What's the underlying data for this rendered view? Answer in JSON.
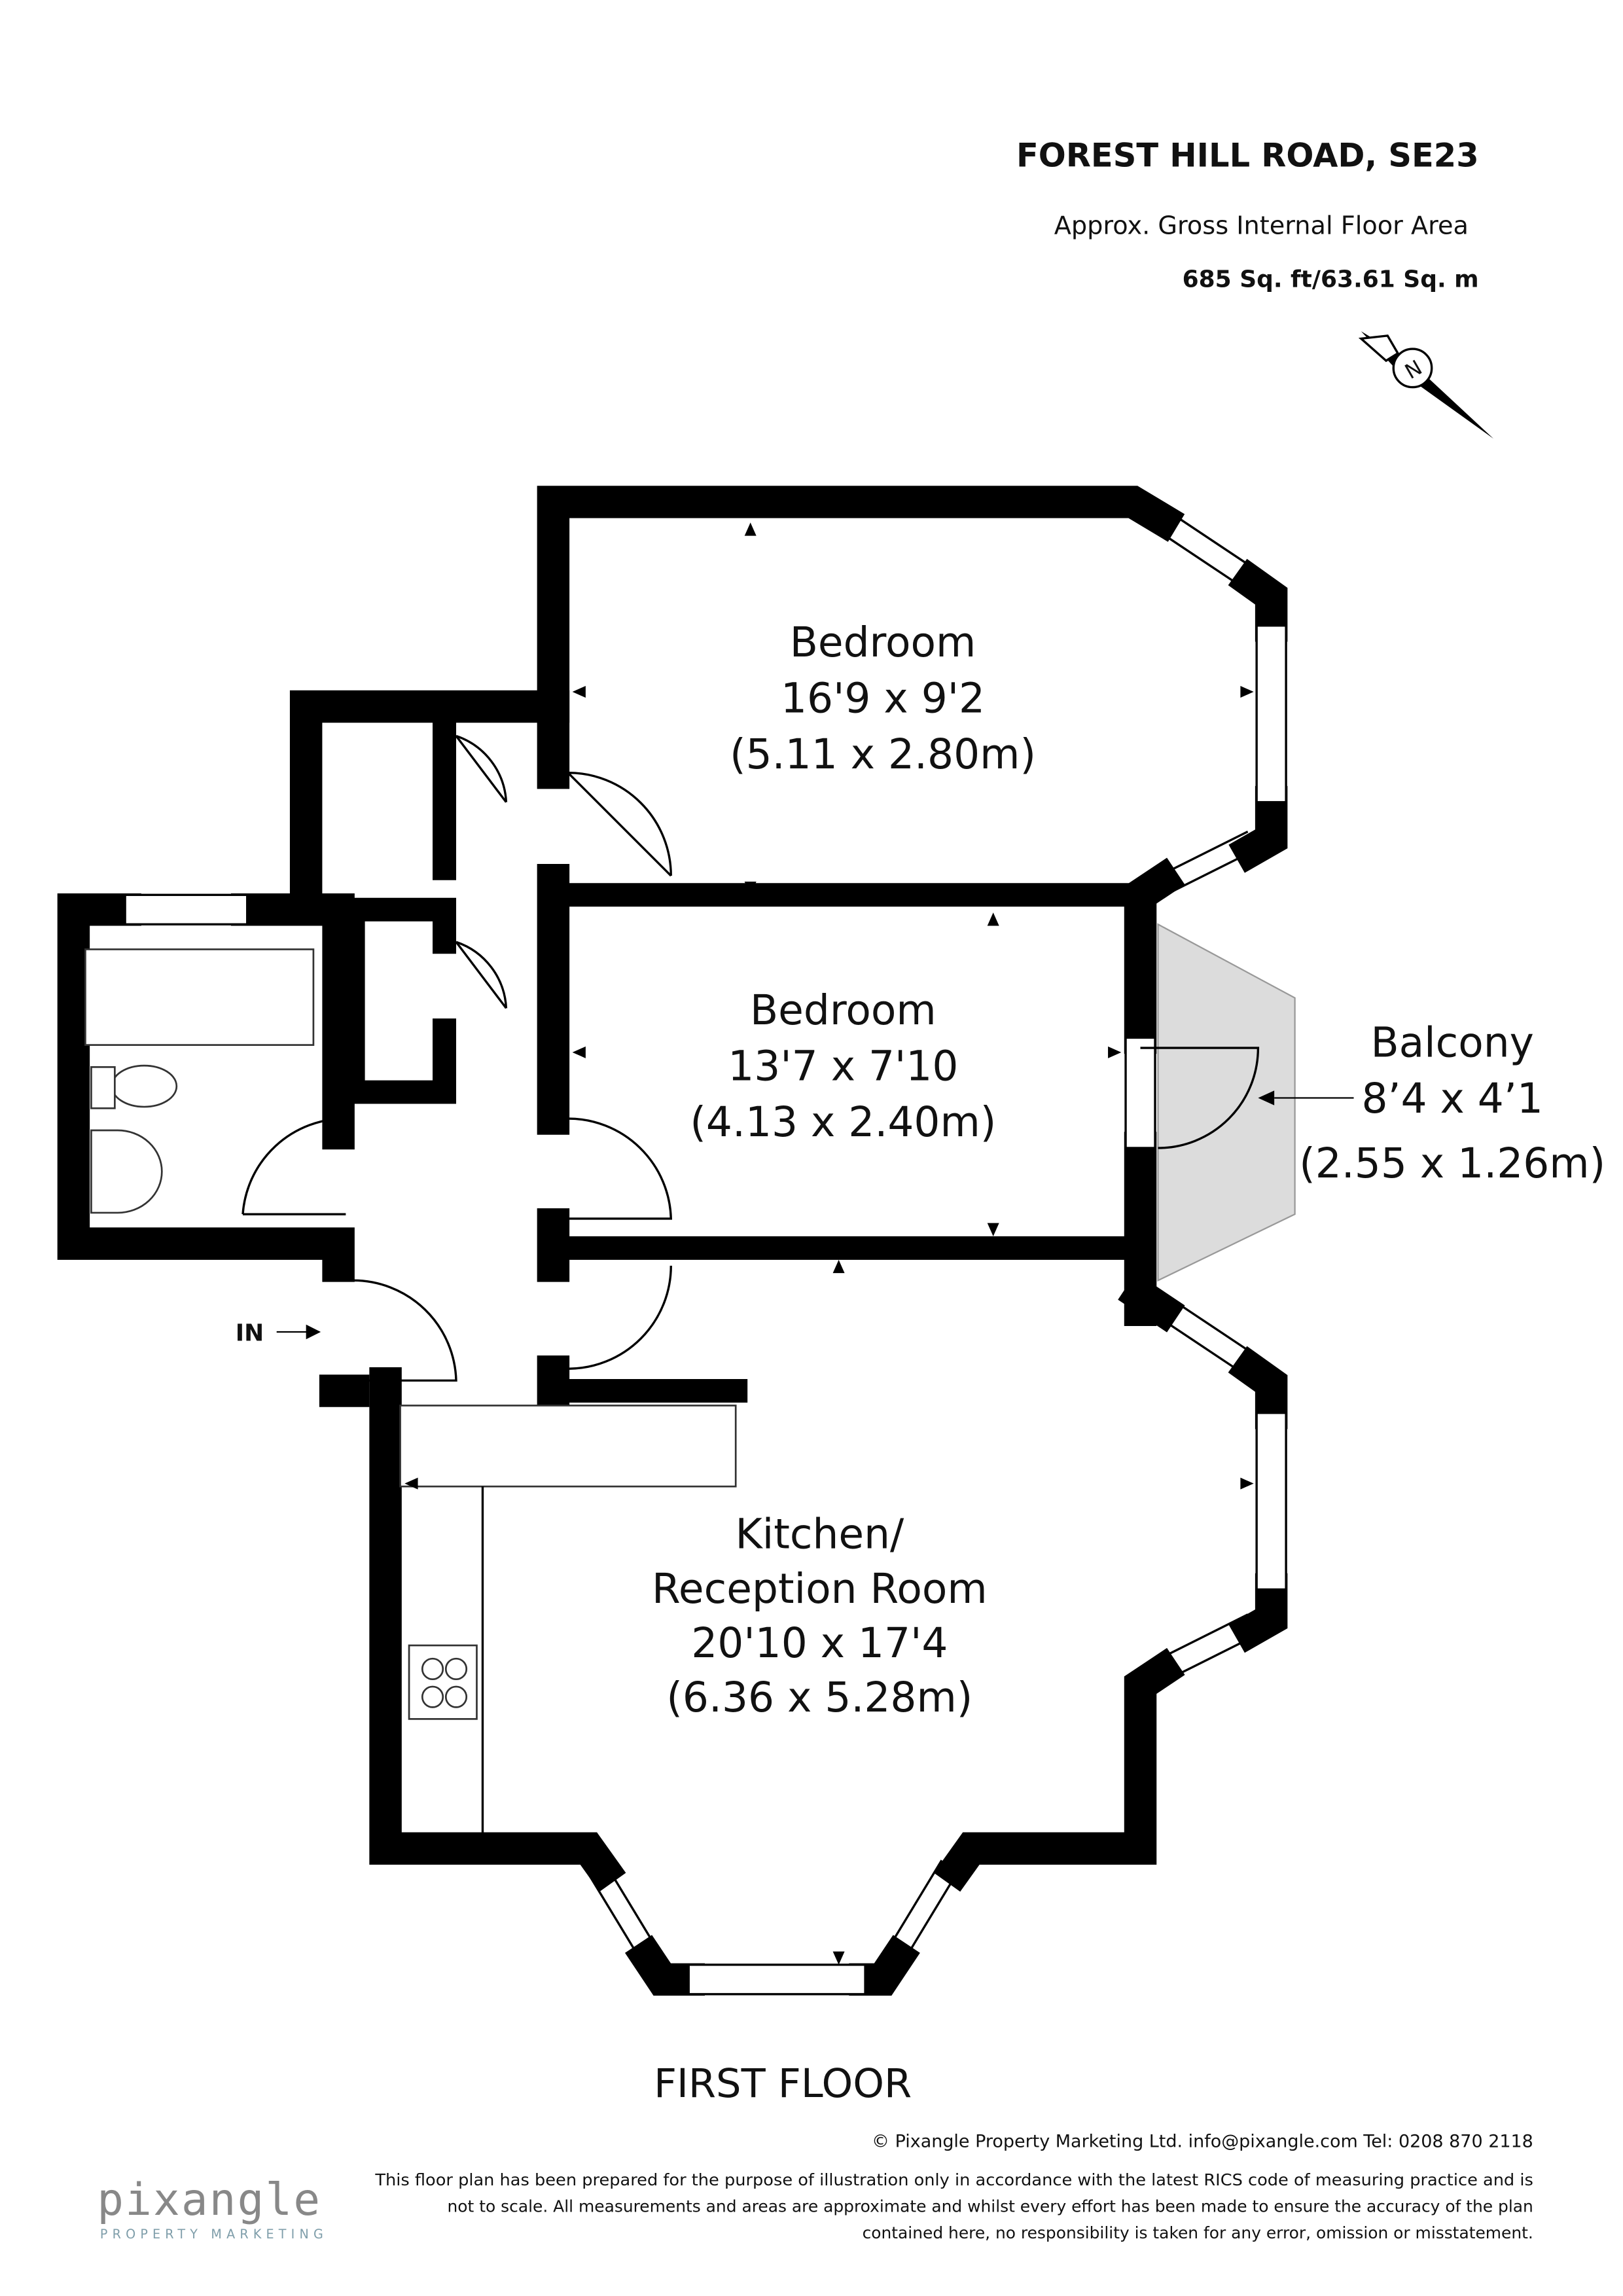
{
  "header": {
    "title": "FOREST HILL ROAD, SE23",
    "subtitle": "Approx. Gross Internal Floor Area",
    "area": "685 Sq. ft/63.61 Sq. m"
  },
  "compass": {
    "label": "N",
    "icon": "north-arrow-icon"
  },
  "rooms": [
    {
      "name": "Bedroom",
      "imperial": "16'9 x 9'2",
      "metric": "(5.11 x 2.80m)"
    },
    {
      "name": "Bedroom",
      "imperial": "13'7 x 7'10",
      "metric": "(4.13 x 2.40m)"
    },
    {
      "name": "Balcony",
      "imperial": "8’4 x 4’1",
      "metric": "(2.55 x 1.26m)"
    },
    {
      "name_line1": "Kitchen/",
      "name_line2": "Reception Room",
      "imperial": "20'10 x 17'4",
      "metric": "(6.36 x 5.28m)"
    }
  ],
  "entrance_label": "IN",
  "floor_label": "FIRST FLOOR",
  "balcony_color": "#dcdcdc",
  "footer": {
    "copyright": "© Pixangle Property Marketing Ltd. info@pixangle.com Tel: 0208 870 2118",
    "disclaimer_1": "This floor plan has been prepared for the purpose of illustration only in accordance with the latest RICS code of measuring practice and is",
    "disclaimer_2": "not to scale. All measurements and areas are approximate and whilst every effort has been made to ensure the accuracy of the plan",
    "disclaimer_3": "contained here, no responsibility is taken for any error, omission or misstatement.",
    "logo_text": "pixangle",
    "logo_tagline": "PROPERTY MARKETING"
  }
}
